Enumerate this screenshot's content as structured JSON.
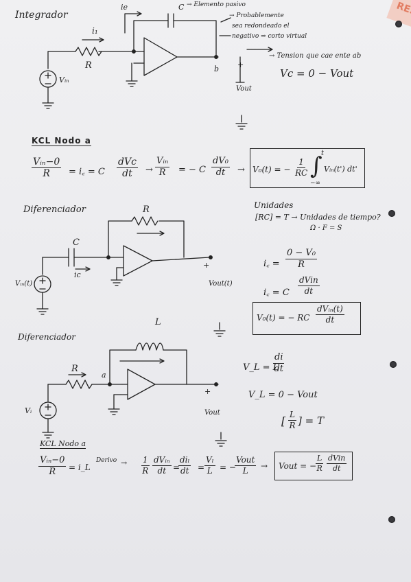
{
  "s1": {
    "title": "Integrador",
    "cap": "C",
    "cap_note": "→ Elemento pasivo",
    "cap_note2": "",
    "ie": "ie",
    "i1": "i₁",
    "R": "R",
    "vin": "Vᵢₙ",
    "vout": "Vout",
    "node_b": "b",
    "plus": "+",
    "prob1": "→ Probablemente",
    "prob2": "sea redondeado el",
    "prob3": "negativo ⇒ corto virtual",
    "tension": "→ Tension que cae ente ab",
    "eq_vc": "Vc = 0 − Vout"
  },
  "kcl1": {
    "heading": "KCL Nodo a",
    "num1": "Vᵢₙ−0",
    "den1": "R",
    "mid": "= i꜀ = C",
    "num2": "dVc",
    "den2": "dt",
    "arrow": "→",
    "num3": "Vᵢₙ",
    "den3": "R",
    "mid3": "= − C",
    "num4": "dV₀",
    "den4": "dt",
    "arrow2": "→",
    "box_left": "V₀(t) = −",
    "num5": "1",
    "den5": "RC",
    "integral": "∫",
    "upper": "t",
    "lower": "−∞",
    "integrand": "Vᵢₙ(t') dt'"
  },
  "s2": {
    "title": "Diferenciador",
    "R": "R",
    "C": "C",
    "ic": "ic",
    "vin": "Vᵢₙ(t)",
    "vout": "Vout(t)",
    "plus": "+",
    "units_title": "Unidades",
    "units_eq": "[RC] = T → Unidades de tiempo?",
    "units_eq2": "Ω · F = S",
    "eq1_left": "i꜀ =",
    "eq1_num": "0 − V₀",
    "eq1_den": "R",
    "eq2_left": "i꜀ = C",
    "eq2_num": "dVin",
    "eq2_den": "dt",
    "box_left": "V₀(t) = − RC",
    "box_num": "dVᵢₙ(t)",
    "box_den": "dt"
  },
  "s3": {
    "title": "Diferenciador",
    "L": "L",
    "R": "R",
    "node_a": "a",
    "vin": "Vᵢ",
    "vout": "Vout",
    "plus": "+",
    "eq1_left": "V_L = L",
    "eq1_num": "di",
    "eq1_den": "dt",
    "eq2": "V_L = 0 − Vout",
    "eq3_l": "[",
    "eq3_num": "L",
    "eq3_den": "R",
    "eq3_r": "] = T"
  },
  "kcl2": {
    "heading": "KCL Nodo a",
    "num1": "Vᵢₙ−0",
    "den1": "R",
    "mid1": "= i_L",
    "deriv": "Derivo",
    "arrow": "→",
    "num2": "1",
    "den2": "R",
    "num3": "dVᵢₙ",
    "den3": "dt",
    "eq": "=",
    "num4": "diₗ",
    "den4": "dt",
    "eq2": "=",
    "num5": "Vₗ",
    "den5": "L",
    "eq3": "= −",
    "num6": "Vout",
    "den6": "L",
    "arrow2": "→",
    "box_left": "Vout = −",
    "num7": "L",
    "den7": "R",
    "num8": "dVin",
    "den8": "dt"
  },
  "corner_tag": "RESTE"
}
